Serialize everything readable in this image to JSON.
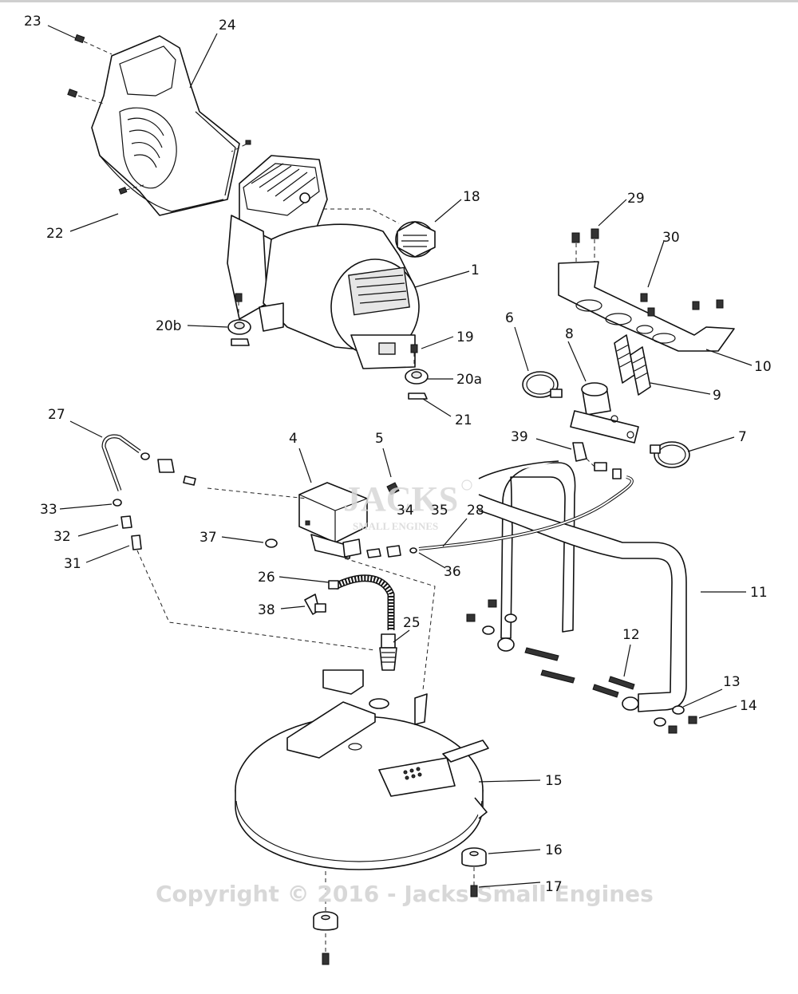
{
  "callouts": [
    {
      "id": "c23",
      "label": "23"
    },
    {
      "id": "c24",
      "label": "24"
    },
    {
      "id": "c22",
      "label": "22"
    },
    {
      "id": "c18",
      "label": "18"
    },
    {
      "id": "c1",
      "label": "1"
    },
    {
      "id": "c20b",
      "label": "20b"
    },
    {
      "id": "c19",
      "label": "19"
    },
    {
      "id": "c20a",
      "label": "20a"
    },
    {
      "id": "c21",
      "label": "21"
    },
    {
      "id": "c29",
      "label": "29"
    },
    {
      "id": "c30",
      "label": "30"
    },
    {
      "id": "c6",
      "label": "6"
    },
    {
      "id": "c8",
      "label": "8"
    },
    {
      "id": "c10",
      "label": "10"
    },
    {
      "id": "c9",
      "label": "9"
    },
    {
      "id": "c39",
      "label": "39"
    },
    {
      "id": "c7",
      "label": "7"
    },
    {
      "id": "c27",
      "label": "27"
    },
    {
      "id": "c4",
      "label": "4"
    },
    {
      "id": "c5",
      "label": "5"
    },
    {
      "id": "c34",
      "label": "34"
    },
    {
      "id": "c35",
      "label": "35"
    },
    {
      "id": "c28",
      "label": "28"
    },
    {
      "id": "c33",
      "label": "33"
    },
    {
      "id": "c32",
      "label": "32"
    },
    {
      "id": "c31",
      "label": "31"
    },
    {
      "id": "c37",
      "label": "37"
    },
    {
      "id": "c36",
      "label": "36"
    },
    {
      "id": "c11",
      "label": "11"
    },
    {
      "id": "c26",
      "label": "26"
    },
    {
      "id": "c38",
      "label": "38"
    },
    {
      "id": "c25",
      "label": "25"
    },
    {
      "id": "c12",
      "label": "12"
    },
    {
      "id": "c13",
      "label": "13"
    },
    {
      "id": "c14",
      "label": "14"
    },
    {
      "id": "c15",
      "label": "15"
    },
    {
      "id": "c16",
      "label": "16"
    },
    {
      "id": "c17",
      "label": "17"
    }
  ],
  "watermark": {
    "logo_text": "JACKS",
    "logo_sub": "SMALL ENGINES",
    "copyright": "Copyright © 2016 - Jacks Small Engines",
    "color": "#d8d8d8"
  },
  "colors": {
    "ink": "#111111",
    "background": "#ffffff"
  }
}
